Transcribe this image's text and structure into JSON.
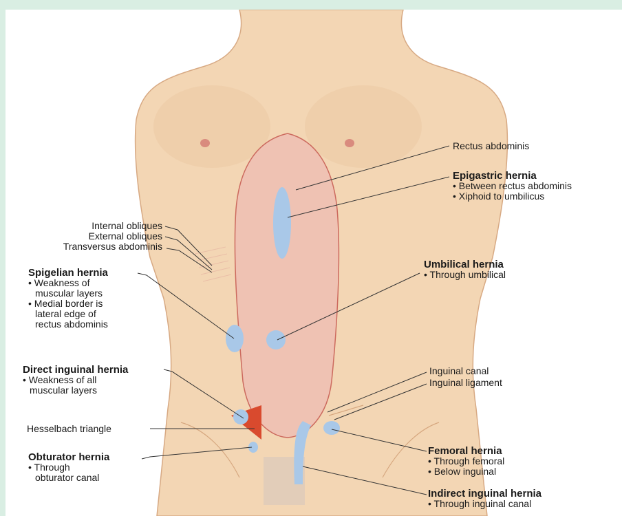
{
  "labels": {
    "rectus": "Rectus abdominis",
    "epigastric": {
      "title": "Epigastric hernia",
      "items": [
        "Between rectus abdominis",
        "Xiphoid to umbilicus"
      ]
    },
    "obliques": [
      "Internal obliques",
      "External obliques",
      "Transversus abdominis"
    ],
    "spigelian": {
      "title": "Spigelian hernia",
      "items": [
        "Weakness of",
        "muscular layers",
        "Medial border is",
        "lateral edge of",
        "rectus abdominis"
      ]
    },
    "umbilical": {
      "title": "Umbilical hernia",
      "items": [
        "Through umbilical"
      ]
    },
    "direct": {
      "title": "Direct inguinal hernia",
      "items": [
        "Weakness of all",
        "muscular layers"
      ]
    },
    "inguinal_canal": "Inguinal canal",
    "inguinal_ligament": "Inguinal ligament",
    "hesselbach": "Hesselbach triangle",
    "obturator": {
      "title": "Obturator hernia",
      "items": [
        "Through",
        "obturator canal"
      ]
    },
    "femoral": {
      "title": "Femoral hernia",
      "items": [
        "Through femoral",
        "Below inguinal"
      ]
    },
    "indirect": {
      "title": "Indirect inguinal hernia",
      "items": [
        "Through inguinal canal"
      ]
    }
  },
  "colors": {
    "skin": "#f3d6b4",
    "skin_shadow": "#e5bf97",
    "rectus": "#efc2b3",
    "hernia_blue": "#a9c8e8",
    "hernia_red": "#d94a2e",
    "background": "#d9eee3"
  }
}
